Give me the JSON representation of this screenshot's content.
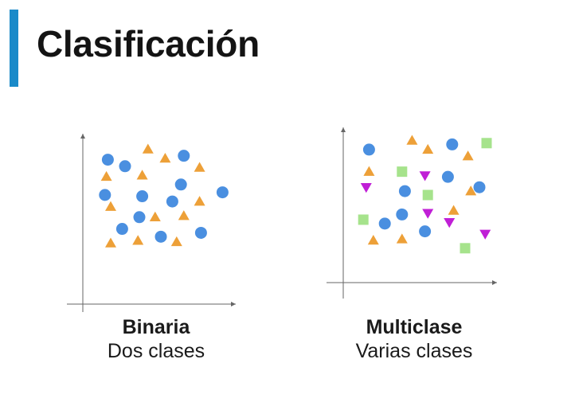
{
  "title": "Clasificación",
  "colors": {
    "accent": "#1a8ac9",
    "circle": "#4a8fe0",
    "triangle": "#eda038",
    "square": "#a6e38c",
    "inverted_triangle": "#c01fd6",
    "axis": "#666666"
  },
  "panels": [
    {
      "bold_label": "Binaria",
      "sub_label": "Dos clases"
    },
    {
      "bold_label": "Multiclase",
      "sub_label": "Varias clases"
    }
  ],
  "chart_data": [
    {
      "type": "scatter",
      "title": "",
      "xlabel": "",
      "ylabel": "",
      "xlim": [
        0,
        10
      ],
      "ylim": [
        0,
        10
      ],
      "series": [
        {
          "marker": "circle",
          "color": "#4a8fe0",
          "x": [
            1.3,
            2.5,
            6.6,
            6.4,
            9.3,
            1.1,
            3.7,
            5.8,
            3.5,
            2.3,
            5.0,
            7.8
          ],
          "y": [
            8.5,
            8.0,
            8.8,
            6.6,
            6.0,
            5.8,
            5.7,
            5.3,
            4.1,
            3.2,
            2.6,
            2.9
          ]
        },
        {
          "marker": "triangle",
          "color": "#eda038",
          "x": [
            4.1,
            5.3,
            7.7,
            1.2,
            3.7,
            7.7,
            1.5,
            4.6,
            6.6,
            1.5,
            3.4,
            6.1
          ],
          "y": [
            9.3,
            8.6,
            7.9,
            7.2,
            7.3,
            5.3,
            4.9,
            4.1,
            4.2,
            2.1,
            2.3,
            2.2
          ]
        }
      ]
    },
    {
      "type": "scatter",
      "title": "",
      "xlabel": "",
      "ylabel": "",
      "xlim": [
        0,
        10
      ],
      "ylim": [
        0,
        10
      ],
      "series": [
        {
          "marker": "circle",
          "color": "#4a8fe0",
          "x": [
            1.3,
            7.1,
            6.8,
            3.8,
            9.0,
            3.6,
            2.4,
            5.2
          ],
          "y": [
            8.9,
            9.3,
            6.8,
            5.7,
            6.0,
            3.9,
            3.2,
            2.6
          ]
        },
        {
          "marker": "triangle",
          "color": "#eda038",
          "x": [
            4.3,
            5.4,
            8.2,
            1.3,
            8.4,
            7.2,
            1.6,
            3.6
          ],
          "y": [
            9.6,
            8.9,
            8.4,
            7.2,
            5.7,
            4.2,
            1.9,
            2.0
          ]
        },
        {
          "marker": "square",
          "color": "#a6e38c",
          "x": [
            9.5,
            3.6,
            5.4,
            0.9,
            8.0
          ],
          "y": [
            9.4,
            7.2,
            5.4,
            3.5,
            1.3
          ]
        },
        {
          "marker": "inverted_triangle",
          "color": "#c01fd6",
          "x": [
            5.2,
            1.1,
            5.4,
            6.9,
            9.4
          ],
          "y": [
            6.9,
            6.0,
            4.0,
            3.3,
            2.4
          ]
        }
      ]
    }
  ]
}
